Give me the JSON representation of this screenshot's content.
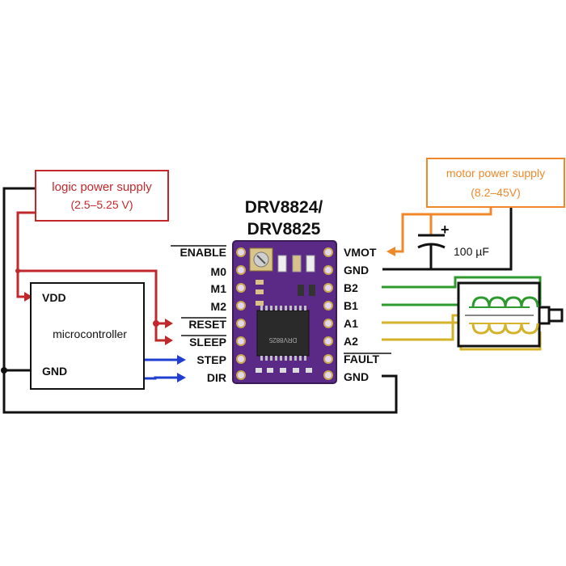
{
  "logic_supply": {
    "label": "logic power supply",
    "range": "(2.5–5.25 V)",
    "color": "#c0282b"
  },
  "motor_supply": {
    "label": "motor power supply",
    "range": "(8.2–45V)",
    "color": "#f0882a"
  },
  "driver": {
    "title_line1": "DRV8824/",
    "title_line2": "DRV8825",
    "board_color": "#5b2a86",
    "chip_marking": "DRV8825"
  },
  "microcontroller": {
    "label": "microcontroller",
    "vdd": "VDD",
    "gnd": "GND"
  },
  "pins_left": {
    "enable": "ENABLE",
    "m0": "M0",
    "m1": "M1",
    "m2": "M2",
    "reset": "RESET",
    "sleep": "SLEEP",
    "step": "STEP",
    "dir": "DIR"
  },
  "pins_right": {
    "vmot": "VMOT",
    "gnd_top": "GND",
    "b2": "B2",
    "b1": "B1",
    "a1": "A1",
    "a2": "A2",
    "fault": "FAULT",
    "gnd_bottom": "GND"
  },
  "capacitor": {
    "value": "100 µF",
    "polarity": "+"
  },
  "colors": {
    "ground_wire": "#111111",
    "signal_wire": "#1f3fd0",
    "coil_b_wire": "#2e9a2e",
    "coil_a_wire": "#d4b22a",
    "box_text_logic": "#c0282b",
    "box_text_motor": "#f0882a"
  }
}
